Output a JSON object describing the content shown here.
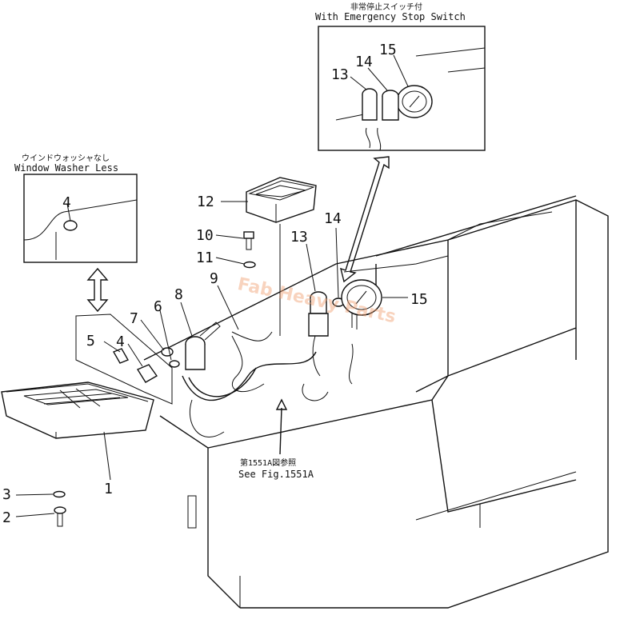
{
  "insets": {
    "emergency_stop": {
      "jp": "非常停止スイッチ付",
      "en": "With Emergency Stop Switch"
    },
    "window_washer": {
      "jp": "ウインドウォッシャなし",
      "en": "Window Washer Less"
    }
  },
  "reference": {
    "jp": "第1551A図参照",
    "en": "See Fig.1551A"
  },
  "watermark": "Fab Heavy Parts",
  "callouts": {
    "c1": "1",
    "c2": "2",
    "c3": "3",
    "c4a": "4",
    "c4b": "4",
    "c5": "5",
    "c6": "6",
    "c7": "7",
    "c8": "8",
    "c9": "9",
    "c10": "10",
    "c11": "11",
    "c12": "12",
    "c13a": "13",
    "c13b": "13",
    "c14a": "14",
    "c14b": "14",
    "c15a": "15",
    "c15b": "15"
  }
}
